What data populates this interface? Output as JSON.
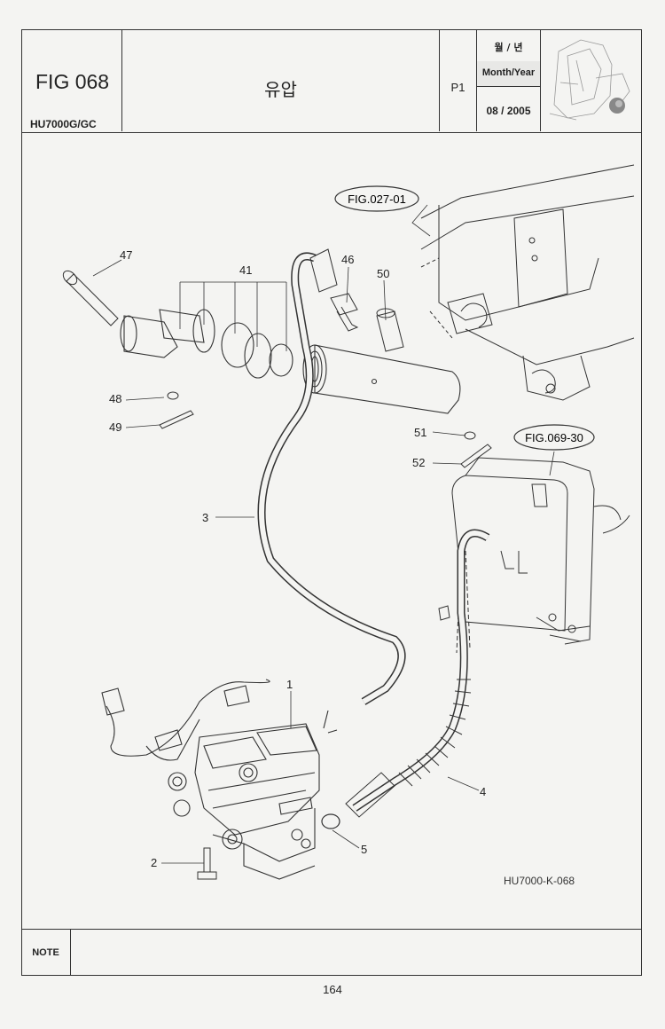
{
  "header": {
    "fig_no": "FIG 068",
    "model": "HU7000G/GC",
    "title": "유압",
    "page_code": "P1",
    "month_year_ko": "월 / 년",
    "month_year_label": "Month/Year",
    "date": "08 / 2005"
  },
  "drawing": {
    "refs": {
      "fig_027": "FIG.027-01",
      "fig_069": "FIG.069-30"
    },
    "callouts": {
      "c1": "1",
      "c2": "2",
      "c3": "3",
      "c4": "4",
      "c5": "5",
      "c41": "41",
      "c46": "46",
      "c47": "47",
      "c48": "48",
      "c49": "49",
      "c50": "50",
      "c51": "51",
      "c52": "52"
    },
    "drawing_code": "HU7000-K-068"
  },
  "note": {
    "label": "NOTE",
    "text": ""
  },
  "page_number": "164"
}
